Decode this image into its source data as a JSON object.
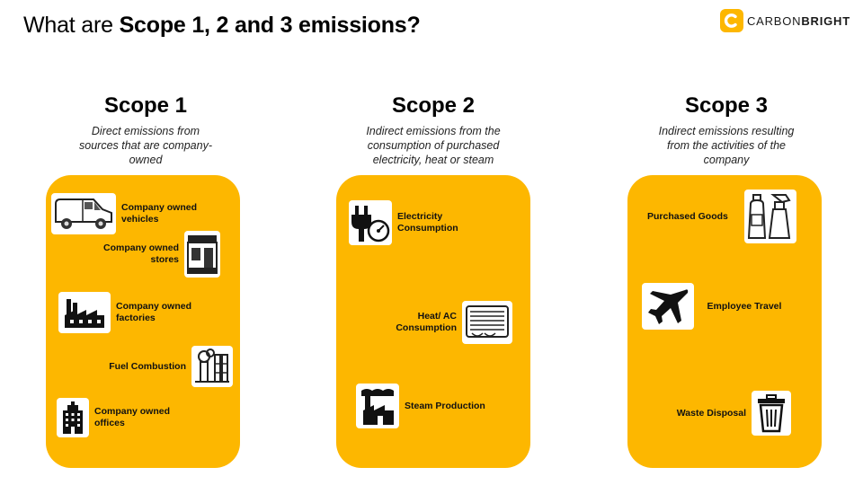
{
  "title": {
    "prefix": "What are ",
    "emphasis": "Scope 1, 2 and 3 emissions?"
  },
  "logo": {
    "part1": "CARBON",
    "part2": "BRIGHT",
    "mark_color": "#FDB700"
  },
  "accent_color": "#FDB700",
  "scopes": [
    {
      "title": "Scope 1",
      "desc": "Direct emissions from sources that are company-owned",
      "items": [
        {
          "label": "Company owned vehicles",
          "icon": "van-icon"
        },
        {
          "label": "Company owned stores",
          "icon": "storefront-icon"
        },
        {
          "label": "Company owned factories",
          "icon": "factory-icon"
        },
        {
          "label": "Fuel Combustion",
          "icon": "combustion-icon"
        },
        {
          "label": "Company owned offices",
          "icon": "office-building-icon"
        }
      ]
    },
    {
      "title": "Scope 2",
      "desc": "Indirect emissions from the consumption of purchased electricity, heat or steam",
      "items": [
        {
          "label": "Electricity Consumption",
          "icon": "plug-meter-icon"
        },
        {
          "label": "Heat/ AC Consumption",
          "icon": "air-conditioner-icon"
        },
        {
          "label": "Steam Production",
          "icon": "steam-factory-icon"
        }
      ]
    },
    {
      "title": "Scope 3",
      "desc": "Indirect emissions resulting from the activities of the company",
      "items": [
        {
          "label": "Purchased Goods",
          "icon": "bottles-icon"
        },
        {
          "label": "Employee Travel",
          "icon": "airplane-icon"
        },
        {
          "label": "Waste Disposal",
          "icon": "trash-bin-icon"
        }
      ]
    }
  ]
}
